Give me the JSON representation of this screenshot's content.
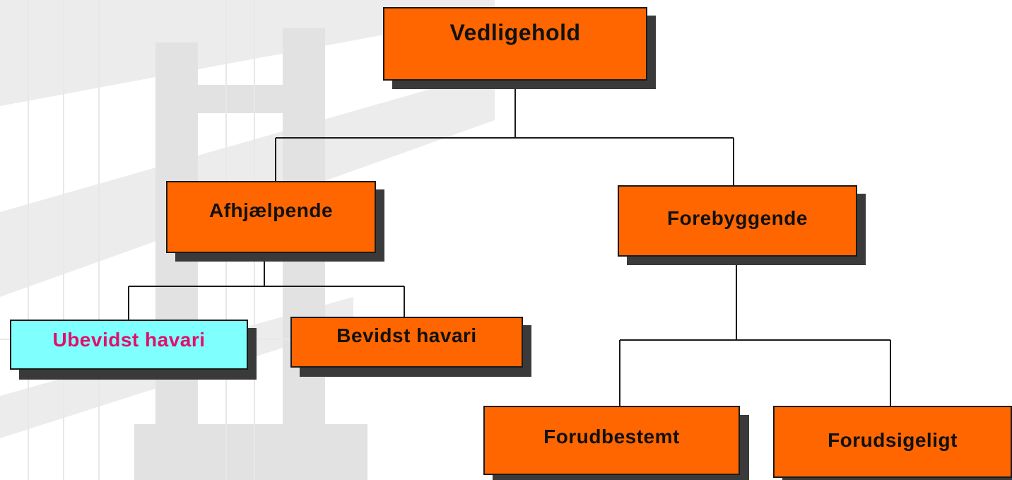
{
  "diagram": {
    "colors": {
      "box_fill": "#ff6600",
      "box_fill_highlight": "#80ffff",
      "highlight_text": "#e0106a",
      "text": "#111111",
      "line": "#1a1a1a",
      "shadow": "#3a3a3a"
    },
    "nodes": {
      "root": {
        "label": "Vedligehold"
      },
      "corrective": {
        "label": "Afhjælpende"
      },
      "preventive": {
        "label": "Forebyggende"
      },
      "unplanned_failure": {
        "label": "Ubevidst havari",
        "highlighted": true
      },
      "planned_failure": {
        "label": "Bevidst havari"
      },
      "predetermined": {
        "label": "Forudbestemt"
      },
      "predictive": {
        "label": "Forudsigeligt"
      }
    },
    "edges": [
      [
        "root",
        "corrective"
      ],
      [
        "root",
        "preventive"
      ],
      [
        "corrective",
        "unplanned_failure"
      ],
      [
        "corrective",
        "planned_failure"
      ],
      [
        "preventive",
        "predetermined"
      ],
      [
        "preventive",
        "predictive"
      ]
    ]
  }
}
